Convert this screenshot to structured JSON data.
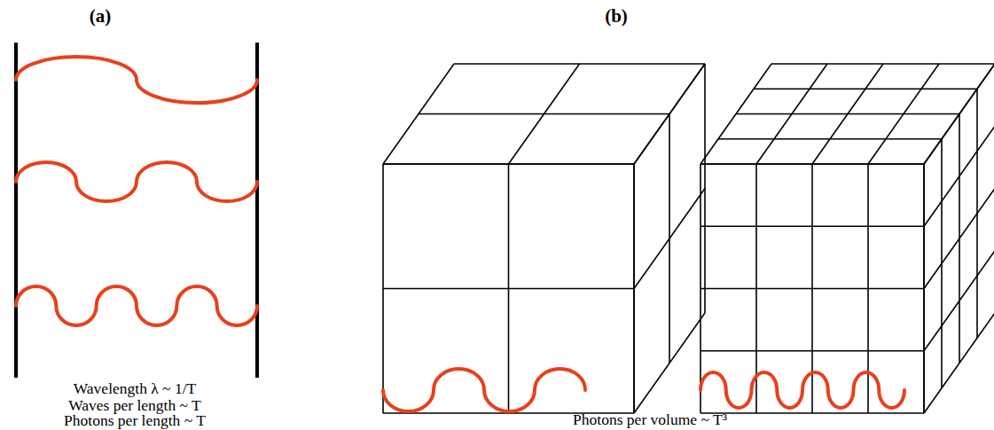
{
  "diagram": {
    "labels": [
      "(a)",
      "(b)",
      "Wavelength λ ~ 1/T",
      "Waves per length ~ T",
      "Photons per length ~ T",
      "Photons per volume ~ T³"
    ]
  }
}
